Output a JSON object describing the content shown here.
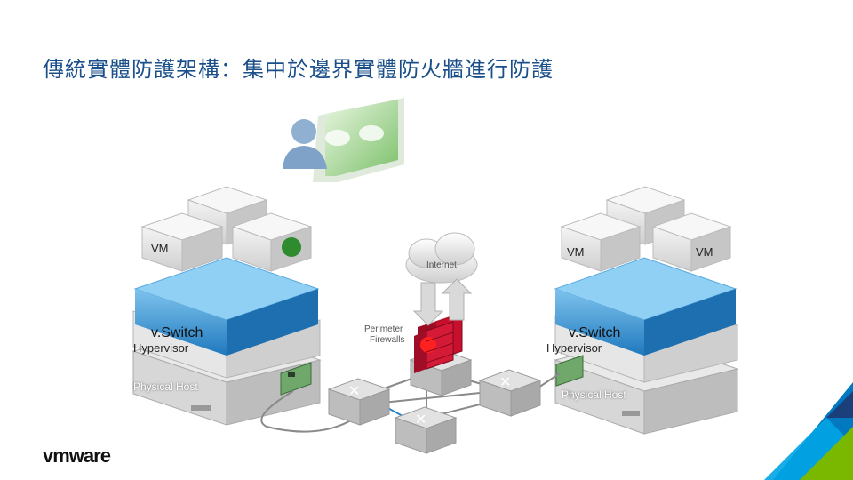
{
  "slide": {
    "title": "傳統實體防護架構：集中於邊界實體防火牆進行防護"
  },
  "left_host": {
    "vm_label": "VM",
    "vswitch_label": "v.Switch",
    "hypervisor_label": "Hypervisor",
    "physical_host_label": "Physical Host"
  },
  "right_host": {
    "vm_label_1": "VM",
    "vm_label_2": "VM",
    "vswitch_label": "v.Switch",
    "hypervisor_label": "Hypervisor",
    "physical_host_label": "Physical Host"
  },
  "network": {
    "internet_label": "Internet",
    "firewall_label_line1": "Perimeter",
    "firewall_label_line2": "Firewalls"
  },
  "brand": {
    "logo_text": "vmware",
    "accent_blue": "#1a4f8a",
    "accent_green": "#7ab800",
    "vswitch_blue": "#2a86c8",
    "firewall_red": "#c8102e"
  },
  "icons": {
    "admin": "person-monitor-icon",
    "internet": "cloud-icon",
    "firewall": "firewall-icon",
    "router": "router-icon",
    "nic": "nic-card-icon"
  }
}
